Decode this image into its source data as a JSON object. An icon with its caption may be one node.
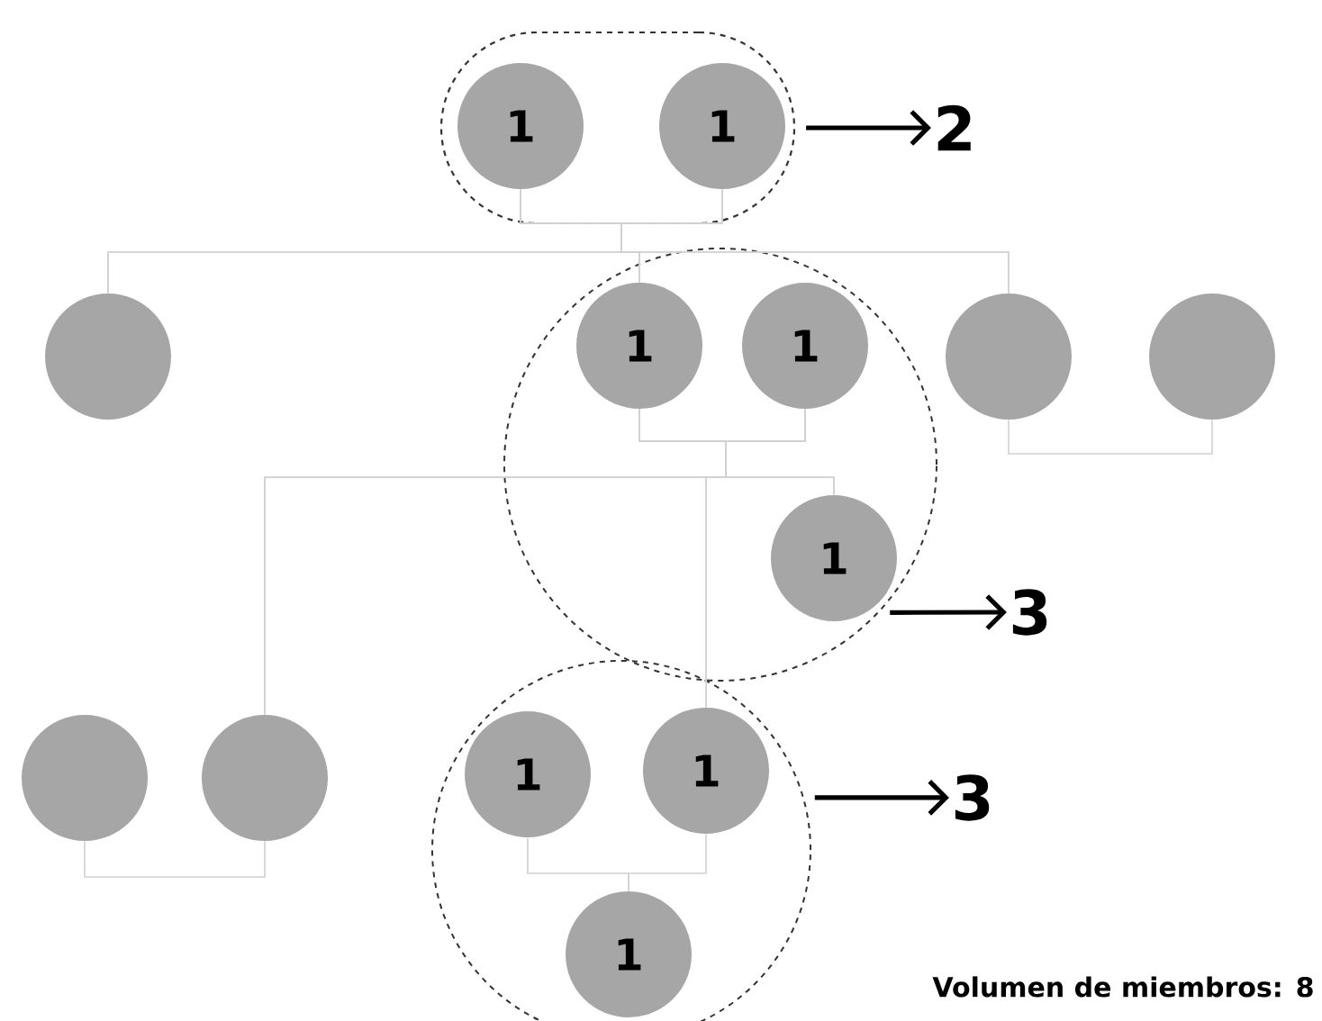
{
  "diagram": {
    "nodes": [
      {
        "text": [],
        "shape": "oval"
      },
      {
        "text": [
          "1"
        ],
        "in": 0
      },
      {
        "text": [
          "1"
        ],
        "in": 0
      },
      {
        "text": [
          "2"
        ]
      },
      {
        "text": [],
        "shape": "circle"
      },
      {
        "text": [],
        "shape": "circle"
      },
      {
        "text": [
          "1"
        ],
        "in": 5
      },
      {
        "text": [
          "1"
        ],
        "in": 5
      },
      {
        "text": [],
        "shape": "circle"
      },
      {
        "text": [],
        "shape": "circle"
      },
      {
        "text": [
          "1"
        ],
        "in": 5
      },
      {
        "text": [
          "3"
        ]
      },
      {
        "text": [],
        "shape": "circle"
      },
      {
        "text": [],
        "shape": "circle"
      },
      {
        "text": [],
        "shape": "circle"
      },
      {
        "text": [
          "1"
        ],
        "in": 14
      },
      {
        "text": [
          "1"
        ],
        "in": 14
      },
      {
        "text": [
          "3"
        ]
      },
      {
        "text": [
          "1"
        ],
        "in": 14
      }
    ],
    "edges": [
      {
        "from": 0,
        "to": 3,
        "arrow": "to",
        "style": "thick",
        "color": "#000000"
      },
      {
        "from": 5,
        "to": 11,
        "arrow": "to",
        "style": "thick",
        "color": "#000000"
      },
      {
        "from": 14,
        "to": 17,
        "arrow": "to",
        "style": "thick",
        "color": "#000000"
      },
      {
        "from": 1,
        "to": 4,
        "arrow": "none"
      },
      {
        "from": 1,
        "to": 6,
        "arrow": "none"
      },
      {
        "from": 1,
        "to": 8,
        "arrow": "none"
      },
      {
        "from": 2,
        "to": 4,
        "arrow": "none"
      },
      {
        "from": 2,
        "to": 6,
        "arrow": "none"
      },
      {
        "from": 2,
        "to": 8,
        "arrow": "none"
      },
      {
        "from": 8,
        "to": 9,
        "arrow": "none"
      },
      {
        "from": 6,
        "to": 13,
        "arrow": "none"
      },
      {
        "from": 6,
        "to": 10,
        "arrow": "none"
      },
      {
        "from": 6,
        "to": 16,
        "arrow": "none"
      },
      {
        "from": 7,
        "to": 13,
        "arrow": "none"
      },
      {
        "from": 7,
        "to": 10,
        "arrow": "none"
      },
      {
        "from": 7,
        "to": 16,
        "arrow": "none"
      },
      {
        "from": 12,
        "to": 13,
        "arrow": "none"
      },
      {
        "from": 15,
        "to": 18,
        "arrow": "none"
      },
      {
        "from": 16,
        "to": 18,
        "arrow": "none"
      }
    ],
    "labels": [
      "Volumen de miembros: 8"
    ]
  }
}
